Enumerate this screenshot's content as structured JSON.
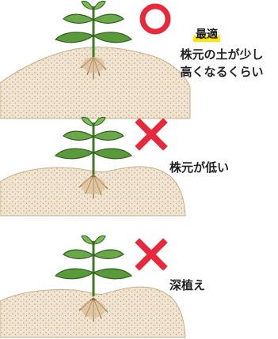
{
  "colors": {
    "ok_mark": "#e9283b",
    "ng_mark": "#e9283b",
    "highlight": "#ffe600",
    "soil": "#efe4cf",
    "soil_dots": "#c9a784",
    "leaf": "#5b9a3a",
    "leaf_dark": "#2f5e1e"
  },
  "panels": [
    {
      "mark": "circle",
      "mark_icon": "circle-icon",
      "badge": "最適",
      "caption_line1": "株元の土が少し",
      "caption_line2": "高くなるくらい"
    },
    {
      "mark": "cross",
      "mark_icon": "cross-icon",
      "caption_line1": "株元が低い"
    },
    {
      "mark": "cross",
      "mark_icon": "cross-icon",
      "caption_line1": "深植え"
    }
  ]
}
